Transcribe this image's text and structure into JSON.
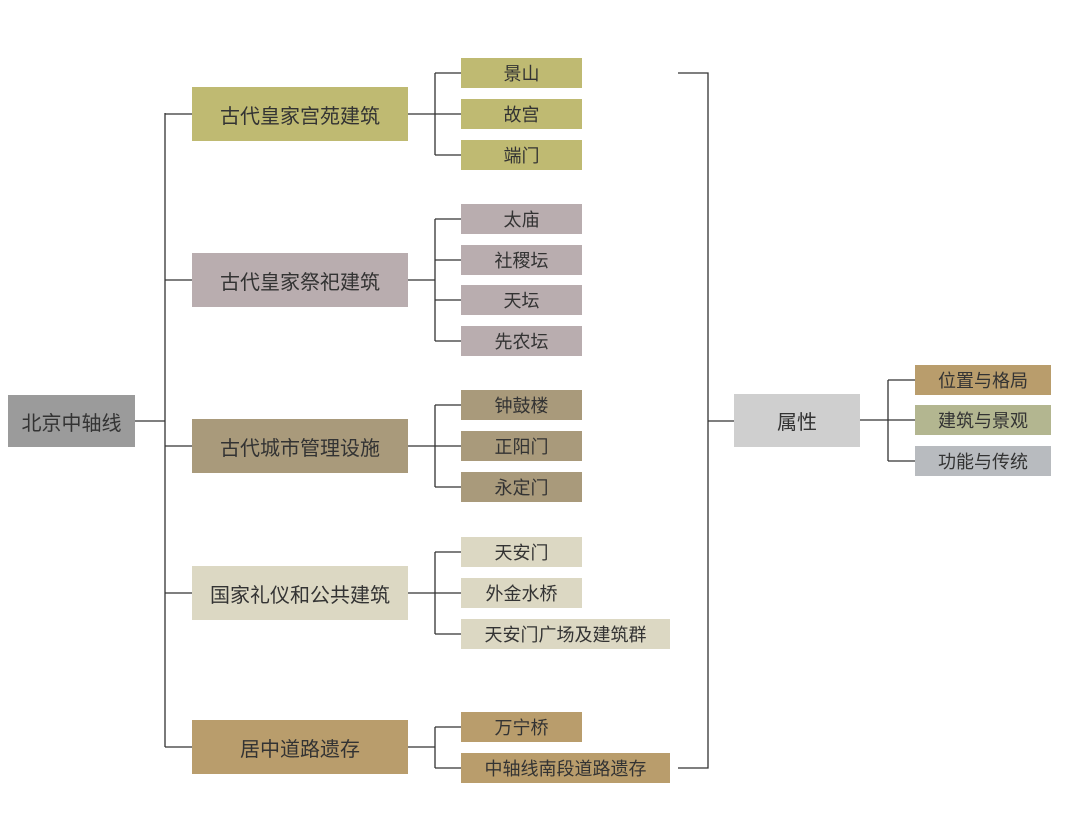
{
  "root": {
    "label": "北京中轴线",
    "color": "#9b9b9b"
  },
  "categories": [
    {
      "label": "古代皇家宫苑建筑",
      "color": "#bfba72",
      "items": [
        "景山",
        "故宫",
        "端门"
      ]
    },
    {
      "label": "古代皇家祭祀建筑",
      "color": "#b9adaf",
      "items": [
        "太庙",
        "社稷坛",
        "天坛",
        "先农坛"
      ]
    },
    {
      "label": "古代城市管理设施",
      "color": "#a99a7b",
      "items": [
        "钟鼓楼",
        "正阳门",
        "永定门"
      ]
    },
    {
      "label": "国家礼仪和公共建筑",
      "color": "#dcd8c3",
      "items": [
        "天安门",
        "外金水桥",
        "天安门广场及建筑群"
      ]
    },
    {
      "label": "居中道路遗存",
      "color": "#b99d6c",
      "items": [
        "万宁桥",
        "中轴线南段道路遗存"
      ]
    }
  ],
  "attributes": {
    "label": "属性",
    "color": "#cfcfcf",
    "items": [
      {
        "label": "位置与格局",
        "color": "#b99d6c"
      },
      {
        "label": "建筑与景观",
        "color": "#b3b690"
      },
      {
        "label": "功能与传统",
        "color": "#b8bbbf"
      }
    ]
  }
}
